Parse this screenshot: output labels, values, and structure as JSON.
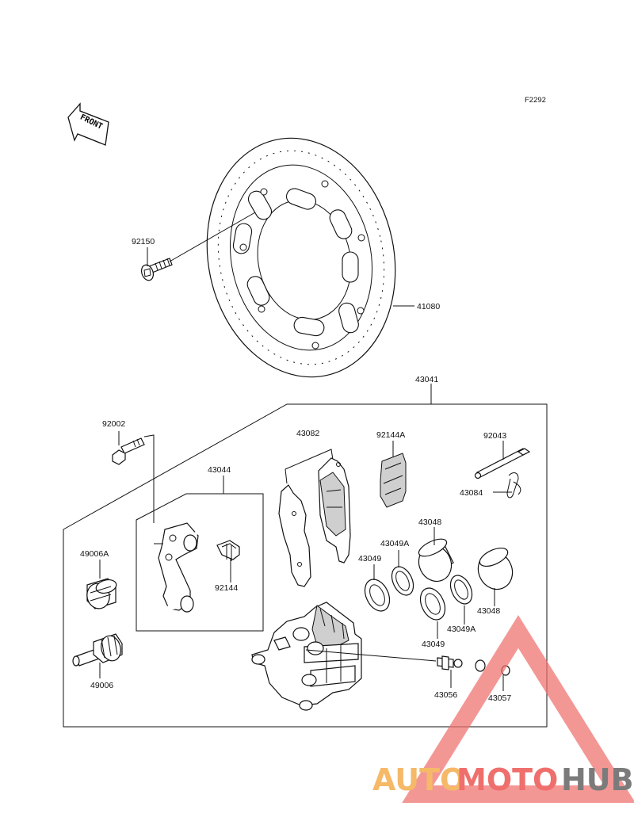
{
  "figure_code": "F2292",
  "front_marker": "FRONT",
  "labels": {
    "p92150": "92150",
    "p41080": "41080",
    "p43041": "43041",
    "p92002": "92002",
    "p43082": "43082",
    "p92144A": "92144A",
    "p92043": "92043",
    "p43044": "43044",
    "p43084": "43084",
    "p43048a": "43048",
    "p49006A": "49006A",
    "p43049Aa": "43049A",
    "p43049a": "43049",
    "p92144": "92144",
    "p43048b": "43048",
    "p43049Ab": "43049A",
    "p43049b": "43049",
    "p49006": "49006",
    "p43056": "43056",
    "p43057": "43057"
  },
  "watermark": {
    "part1": "AUTO",
    "part2": "MOTO",
    "part3": "HUB",
    "colors": {
      "auto": "#f5b968",
      "moto": "#ef6f6c",
      "hub": "#7b7b7b",
      "triangle": "#ef6f6c"
    }
  }
}
